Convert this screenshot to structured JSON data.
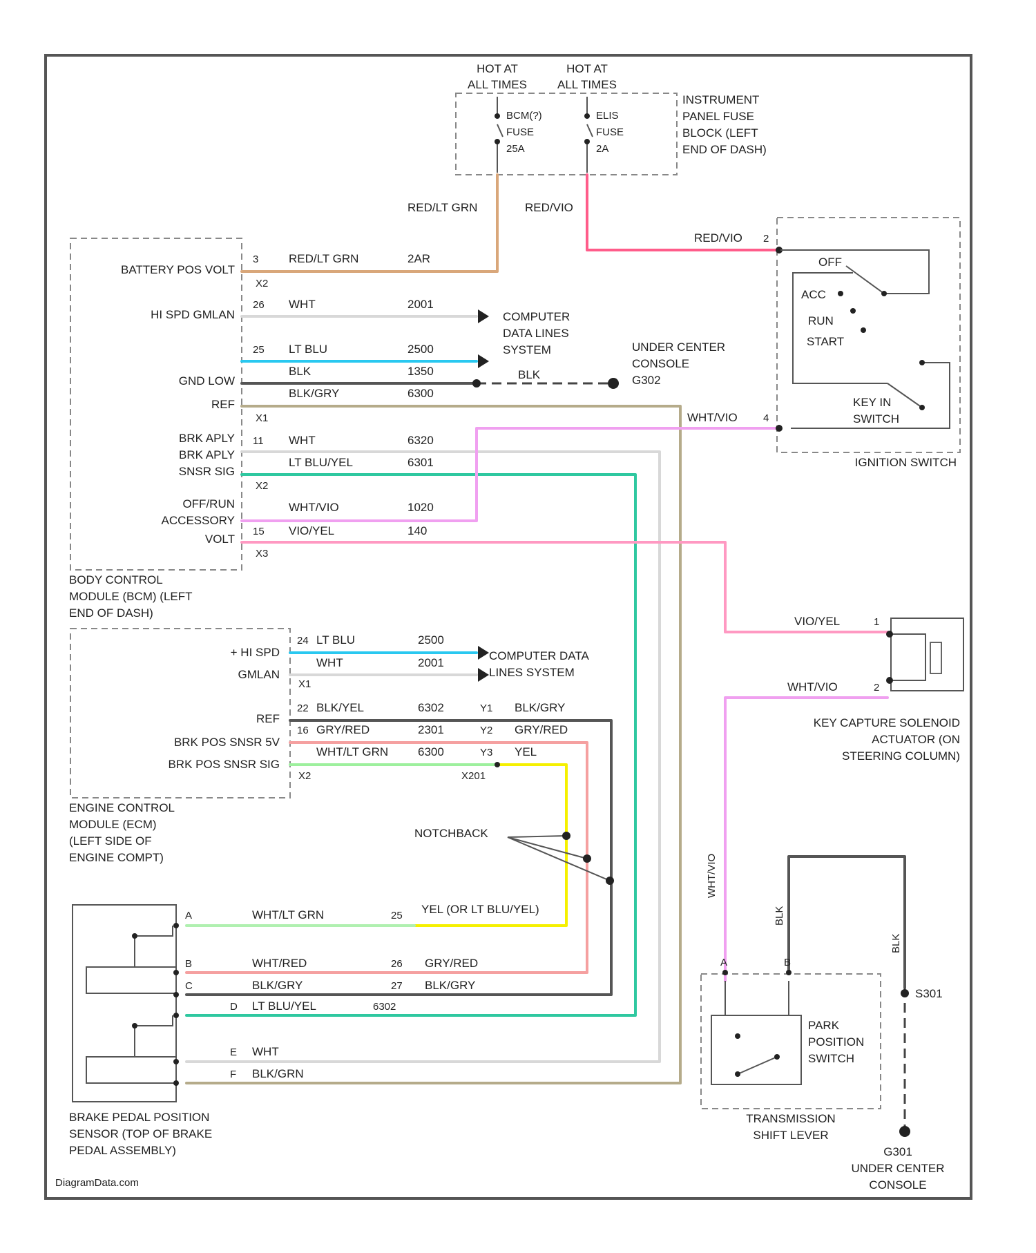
{
  "footer": {
    "credit": "DiagramData.com"
  },
  "wire_colors": {
    "red_lt_grn": "#d9a77a",
    "red_vio": "#ff5c8a",
    "wht": "#d8d8d8",
    "lt_blu": "#29c8f0",
    "blk": "#555555",
    "tan": "#b5ab8a",
    "dk_grn": "#2fc8a0",
    "wht_vio": "#f0a0f0",
    "vio_yel": "#ff99c2",
    "lt_grn": "#9df09d",
    "wht_red": "#f5a0a0",
    "yel": "#f5f000",
    "wht_grn": "#b0f0b0",
    "lt_blu_yel": "#8af0d8"
  },
  "fuse_block": {
    "hot1": [
      "HOT AT",
      "ALL TIMES"
    ],
    "hot2": [
      "HOT AT",
      "ALL TIMES"
    ],
    "fuse1": [
      "BCM(?)",
      "FUSE",
      "25A"
    ],
    "fuse2": [
      "ELIS",
      "FUSE",
      "2A"
    ],
    "label": [
      "INSTRUMENT",
      "PANEL FUSE",
      "BLOCK (LEFT",
      "END OF DASH)"
    ],
    "wire1": "RED/LT GRN",
    "wire2": "RED/VIO"
  },
  "bcm": {
    "label": [
      "BODY CONTROL",
      "MODULE (BCM) (LEFT",
      "END OF DASH)"
    ],
    "pins": [
      {
        "name": "BATTERY POS VOLT",
        "pin": "3",
        "wire": "RED/LT GRN",
        "circuit": "2AR"
      },
      {
        "name": "HI SPD GMLAN",
        "pin": "26",
        "wire": "WHT",
        "circuit": "2001"
      },
      {
        "name": "",
        "pin": "25",
        "wire": "LT BLU",
        "circuit": "2500"
      },
      {
        "name": "GND LOW",
        "pin": "?",
        "wire": "BLK",
        "circuit": "1350"
      },
      {
        "name": "REF",
        "pin": "?",
        "wire": "BLK/GRY",
        "circuit": "6300"
      },
      {
        "name": "BRK APLY",
        "pin": "11",
        "wire": "WHT",
        "circuit": "6320"
      },
      {
        "name": "BRK APLY",
        "pin": "?",
        "wire": "LT BLU/YEL",
        "circuit": "6301"
      },
      {
        "name": "SNSR SIG",
        "pin": "",
        "wire": "",
        "circuit": ""
      },
      {
        "name": "OFF/RUN",
        "pin": "",
        "wire": "WHT/VIO",
        "circuit": "1020"
      },
      {
        "name": "ACCESSORY",
        "pin": "",
        "wire": "",
        "circuit": ""
      },
      {
        "name": "VOLT",
        "pin": "15",
        "wire": "VIO/YEL",
        "circuit": "140"
      }
    ],
    "connectors": [
      "X2",
      "X1",
      "X1",
      "X2",
      "X3"
    ]
  },
  "data_lines": {
    "label1": [
      "COMPUTER",
      "DATA LINES",
      "SYSTEM"
    ],
    "label2": [
      "COMPUTER DATA",
      "LINES SYSTEM"
    ]
  },
  "ground_console": {
    "wire": "BLK",
    "label": [
      "UNDER CENTER",
      "CONSOLE",
      "G302"
    ]
  },
  "ignition_switch": {
    "label": "IGNITION SWITCH",
    "positions": [
      "OFF",
      "ACC",
      "RUN",
      "START"
    ],
    "key_in": [
      "KEY IN",
      "SWITCH"
    ],
    "wire_in": "RED/VIO",
    "pin_in": "2",
    "wire_out": "WHT/VIO",
    "pin_out": "4"
  },
  "key_capture": {
    "label": [
      "KEY CAPTURE SOLENOID",
      "ACTUATOR (ON",
      "STEERING COLUMN)"
    ],
    "wire1": "VIO/YEL",
    "pin1": "1",
    "wire2": "WHT/VIO",
    "pin2": "2"
  },
  "ecm": {
    "label": [
      "ENGINE CONTROL",
      "MODULE (ECM)",
      "(LEFT SIDE OF",
      "ENGINE COMPT)"
    ],
    "pins": [
      {
        "name": "+ HI SPD",
        "pin": "24",
        "wire": "LT BLU",
        "circuit": "2500"
      },
      {
        "name": "GMLAN",
        "pin": "?",
        "wire": "WHT",
        "circuit": "2001"
      },
      {
        "name": "REF",
        "pin": "22",
        "wire": "BLK/YEL",
        "circuit": "6302",
        "xpin": "Y1",
        "wire2": "BLK/GRY"
      },
      {
        "name": "BRK POS SNSR 5V",
        "pin": "16",
        "wire": "GRY/RED",
        "circuit": "2301",
        "xpin": "Y2",
        "wire2": "GRY/RED"
      },
      {
        "name": "BRK POS SNSR SIG",
        "pin": "?",
        "wire": "WHT/LT GRN",
        "circuit": "6300",
        "xpin": "Y3",
        "wire2": "YEL"
      }
    ],
    "connectors": [
      "X1",
      "X2",
      "X201"
    ]
  },
  "notchback": "NOTCHBACK",
  "brake_sensor": {
    "label": [
      "BRAKE PEDAL POSITION",
      "SENSOR (TOP OF BRAKE",
      "PEDAL ASSEMBLY)"
    ],
    "wires": [
      {
        "pin": "A",
        "wire": "WHT/LT GRN",
        "xpin": "25",
        "right": "YEL (OR LT BLU/YEL)"
      },
      {
        "pin": "B",
        "wire": "WHT/RED",
        "xpin": "26",
        "right": "GRY/RED"
      },
      {
        "pin": "C",
        "wire": "BLK/GRY",
        "xpin": "27",
        "right": "BLK/GRY"
      },
      {
        "pin": "D",
        "wire": "LT BLU/YEL",
        "xpin": "6302",
        "right": ""
      },
      {
        "pin": "E",
        "wire": "WHT",
        "xpin": "",
        "right": ""
      },
      {
        "pin": "F",
        "wire": "BLK/GRN",
        "xpin": "",
        "right": ""
      }
    ]
  },
  "park_switch": {
    "label": [
      "PARK",
      "POSITION",
      "SWITCH"
    ],
    "shift": [
      "TRANSMISSION",
      "SHIFT LEVER"
    ],
    "wire_in": "WHT/VIO",
    "pin_a": "A",
    "pin_b": "B",
    "wire_b": "BLK",
    "wire_gnd": "BLK",
    "splice": "S301",
    "ground": [
      "G301",
      "UNDER CENTER",
      "CONSOLE"
    ]
  }
}
